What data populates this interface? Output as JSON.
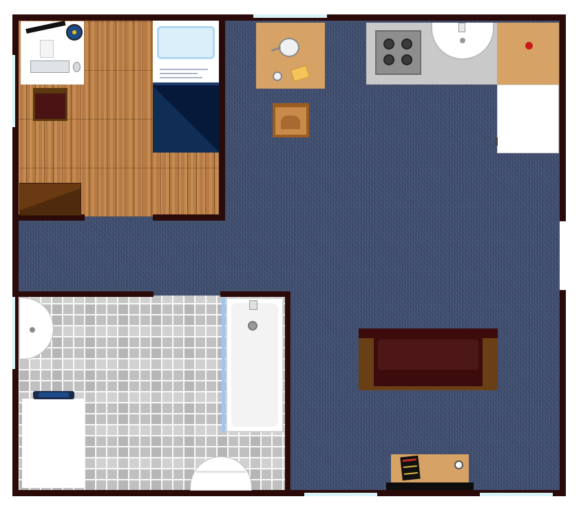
{
  "plan": {
    "rooms": [
      "bedroom",
      "living-room",
      "kitchenette",
      "bathroom"
    ],
    "floors": {
      "bedroom": "wood",
      "living": "carpet",
      "bathroom": "tile"
    },
    "colors": {
      "wall": "#2b0a0a",
      "carpet": "#3f4d6e",
      "wood": "#b67a42",
      "tile": "#cfcfcf",
      "window": "#d8f4f8",
      "counter": "#d6a266",
      "bed_cover": "#0f2d55",
      "sofa": "#3c0c0c",
      "sofa_arm": "#6a3f16"
    }
  },
  "furniture": {
    "bedroom": [
      "computer-desk",
      "monitor",
      "keyboard",
      "mouse",
      "desk-chair",
      "dresser",
      "bed",
      "pillow"
    ],
    "living": [
      "dining-table",
      "teapot",
      "cup",
      "bread",
      "dining-chair",
      "sofa",
      "tv-stand",
      "tv",
      "books",
      "speaker"
    ],
    "kitchen": [
      "stove",
      "sink",
      "counter",
      "apple",
      "refrigerator"
    ],
    "bathroom": [
      "washbasin",
      "bathtub",
      "toilet",
      "storage-cabinet",
      "towel"
    ]
  }
}
